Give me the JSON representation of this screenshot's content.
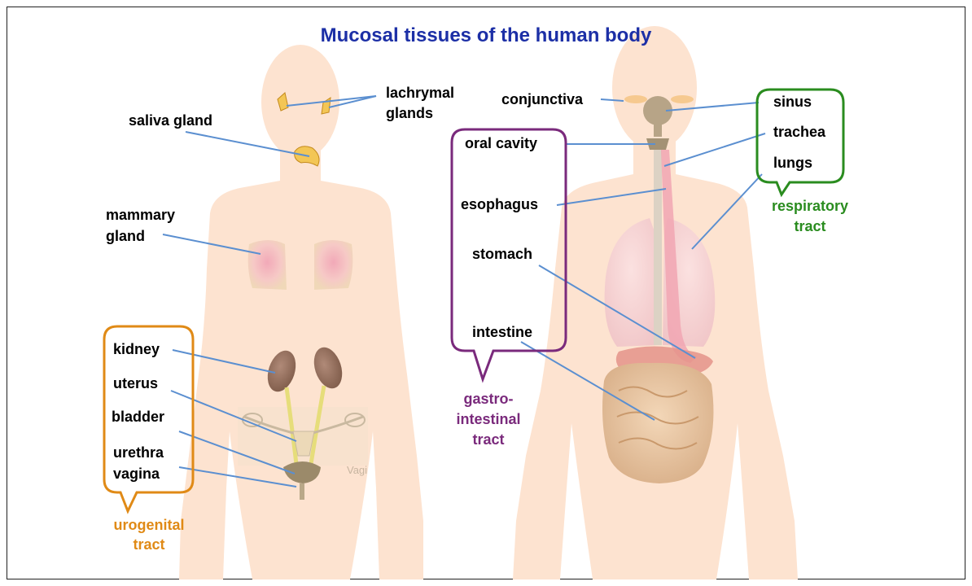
{
  "title": "Mucosal tissues of the human body",
  "colors": {
    "title": "#1c2fa6",
    "skin": "#fde3d0",
    "leader_line": "#5b8fd0",
    "urogenital": "#e08a16",
    "gastrointestinal": "#7a2a7c",
    "respiratory": "#2a8c1f"
  },
  "labels": {
    "lachrymal_glands": [
      "lachrymal",
      "glands"
    ],
    "saliva_gland": "saliva gland",
    "mammary_gland": [
      "mammary",
      "gland"
    ],
    "kidney": "kidney",
    "uterus": "uterus",
    "bladder": "bladder",
    "urethra": "urethra",
    "vagina": "vagina",
    "conjunctiva": "conjunctiva",
    "oral_cavity": "oral cavity",
    "esophagus": "esophagus",
    "stomach": "stomach",
    "intestine": "intestine",
    "sinus": "sinus",
    "trachea": "trachea",
    "lungs": "lungs"
  },
  "tracts": {
    "urogenital": [
      "urogenital",
      "tract"
    ],
    "gastrointestinal": [
      "gastro-",
      "intestinal",
      "tract"
    ],
    "respiratory": [
      "respiratory",
      "tract"
    ]
  },
  "faint_text": "Vagi"
}
